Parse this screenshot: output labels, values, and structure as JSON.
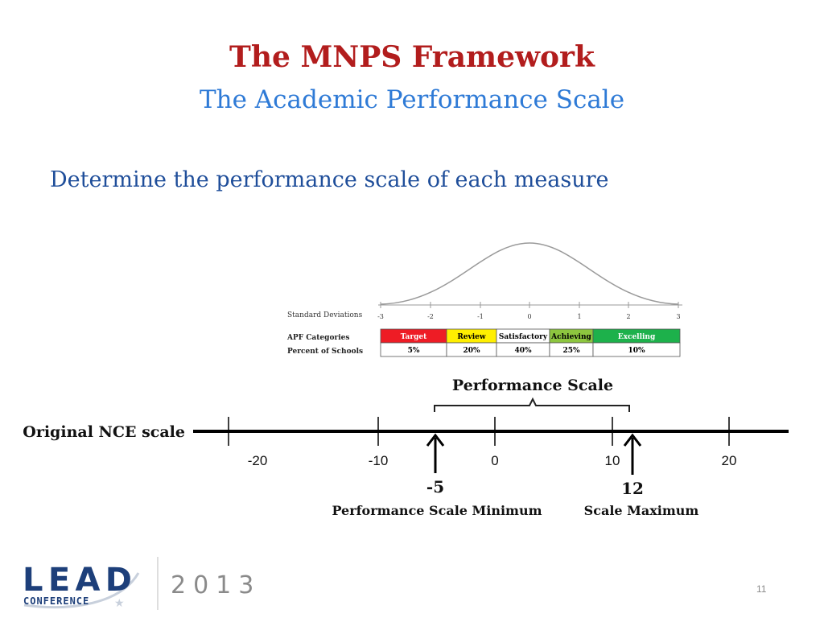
{
  "slide": {
    "title": "The MNPS Framework",
    "subtitle": "The Academic Performance Scale",
    "bullet": "Determine the performance scale of each measure",
    "page_number": "11"
  },
  "distribution": {
    "sd_label": "Standard Deviations",
    "sd_ticks": [
      "-3",
      "-2",
      "-1",
      "0",
      "1",
      "2",
      "3"
    ],
    "categories_label": "APF Categories",
    "percent_label": "Percent of Schools",
    "categories": [
      {
        "name": "Target",
        "percent": "5%",
        "color": "#ee1c25",
        "text_color": "#ffffff"
      },
      {
        "name": "Review",
        "percent": "20%",
        "color": "#ffef00",
        "text_color": "#000000"
      },
      {
        "name": "Satisfactory",
        "percent": "40%",
        "color": "#ffffff",
        "text_color": "#000000"
      },
      {
        "name": "Achieving",
        "percent": "25%",
        "color": "#8dc63f",
        "text_color": "#000000"
      },
      {
        "name": "Excelling",
        "percent": "10%",
        "color": "#1db14b",
        "text_color": "#ffffff"
      }
    ]
  },
  "scale": {
    "axis_label": "Original NCE scale",
    "tick_labels": [
      "-20",
      "-10",
      "0",
      "10",
      "20"
    ],
    "bracket_label": "Performance Scale",
    "min_value": "-5",
    "min_label": "Performance Scale Minimum",
    "max_value": "12",
    "max_label": "Scale Maximum"
  },
  "logo": {
    "word": "LEAD",
    "sub": "CONFERENCE",
    "year": "2013"
  },
  "colors": {
    "title": "#b21d1d",
    "subtitle": "#2e7ad6",
    "bullet": "#1f4e9a",
    "logo_blue": "#1d3f7a"
  }
}
